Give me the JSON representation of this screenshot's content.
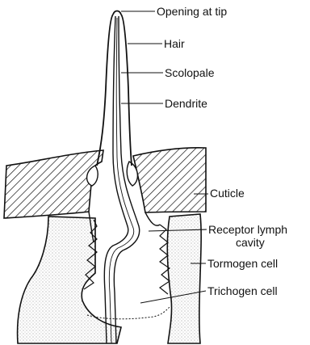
{
  "labels": {
    "opening_at_tip": "Opening at tip",
    "hair": "Hair",
    "scolopale": "Scolopale",
    "dendrite": "Dendrite",
    "cuticle": "Cuticle",
    "receptor_lymph_line1": "Receptor lymph",
    "receptor_lymph_line2": "cavity",
    "tormogen_cell": "Tormogen cell",
    "trichogen_cell": "Trichogen cell"
  },
  "colors": {
    "ink": "#111111",
    "stipple": "#8a8a8a",
    "background": "#ffffff"
  }
}
